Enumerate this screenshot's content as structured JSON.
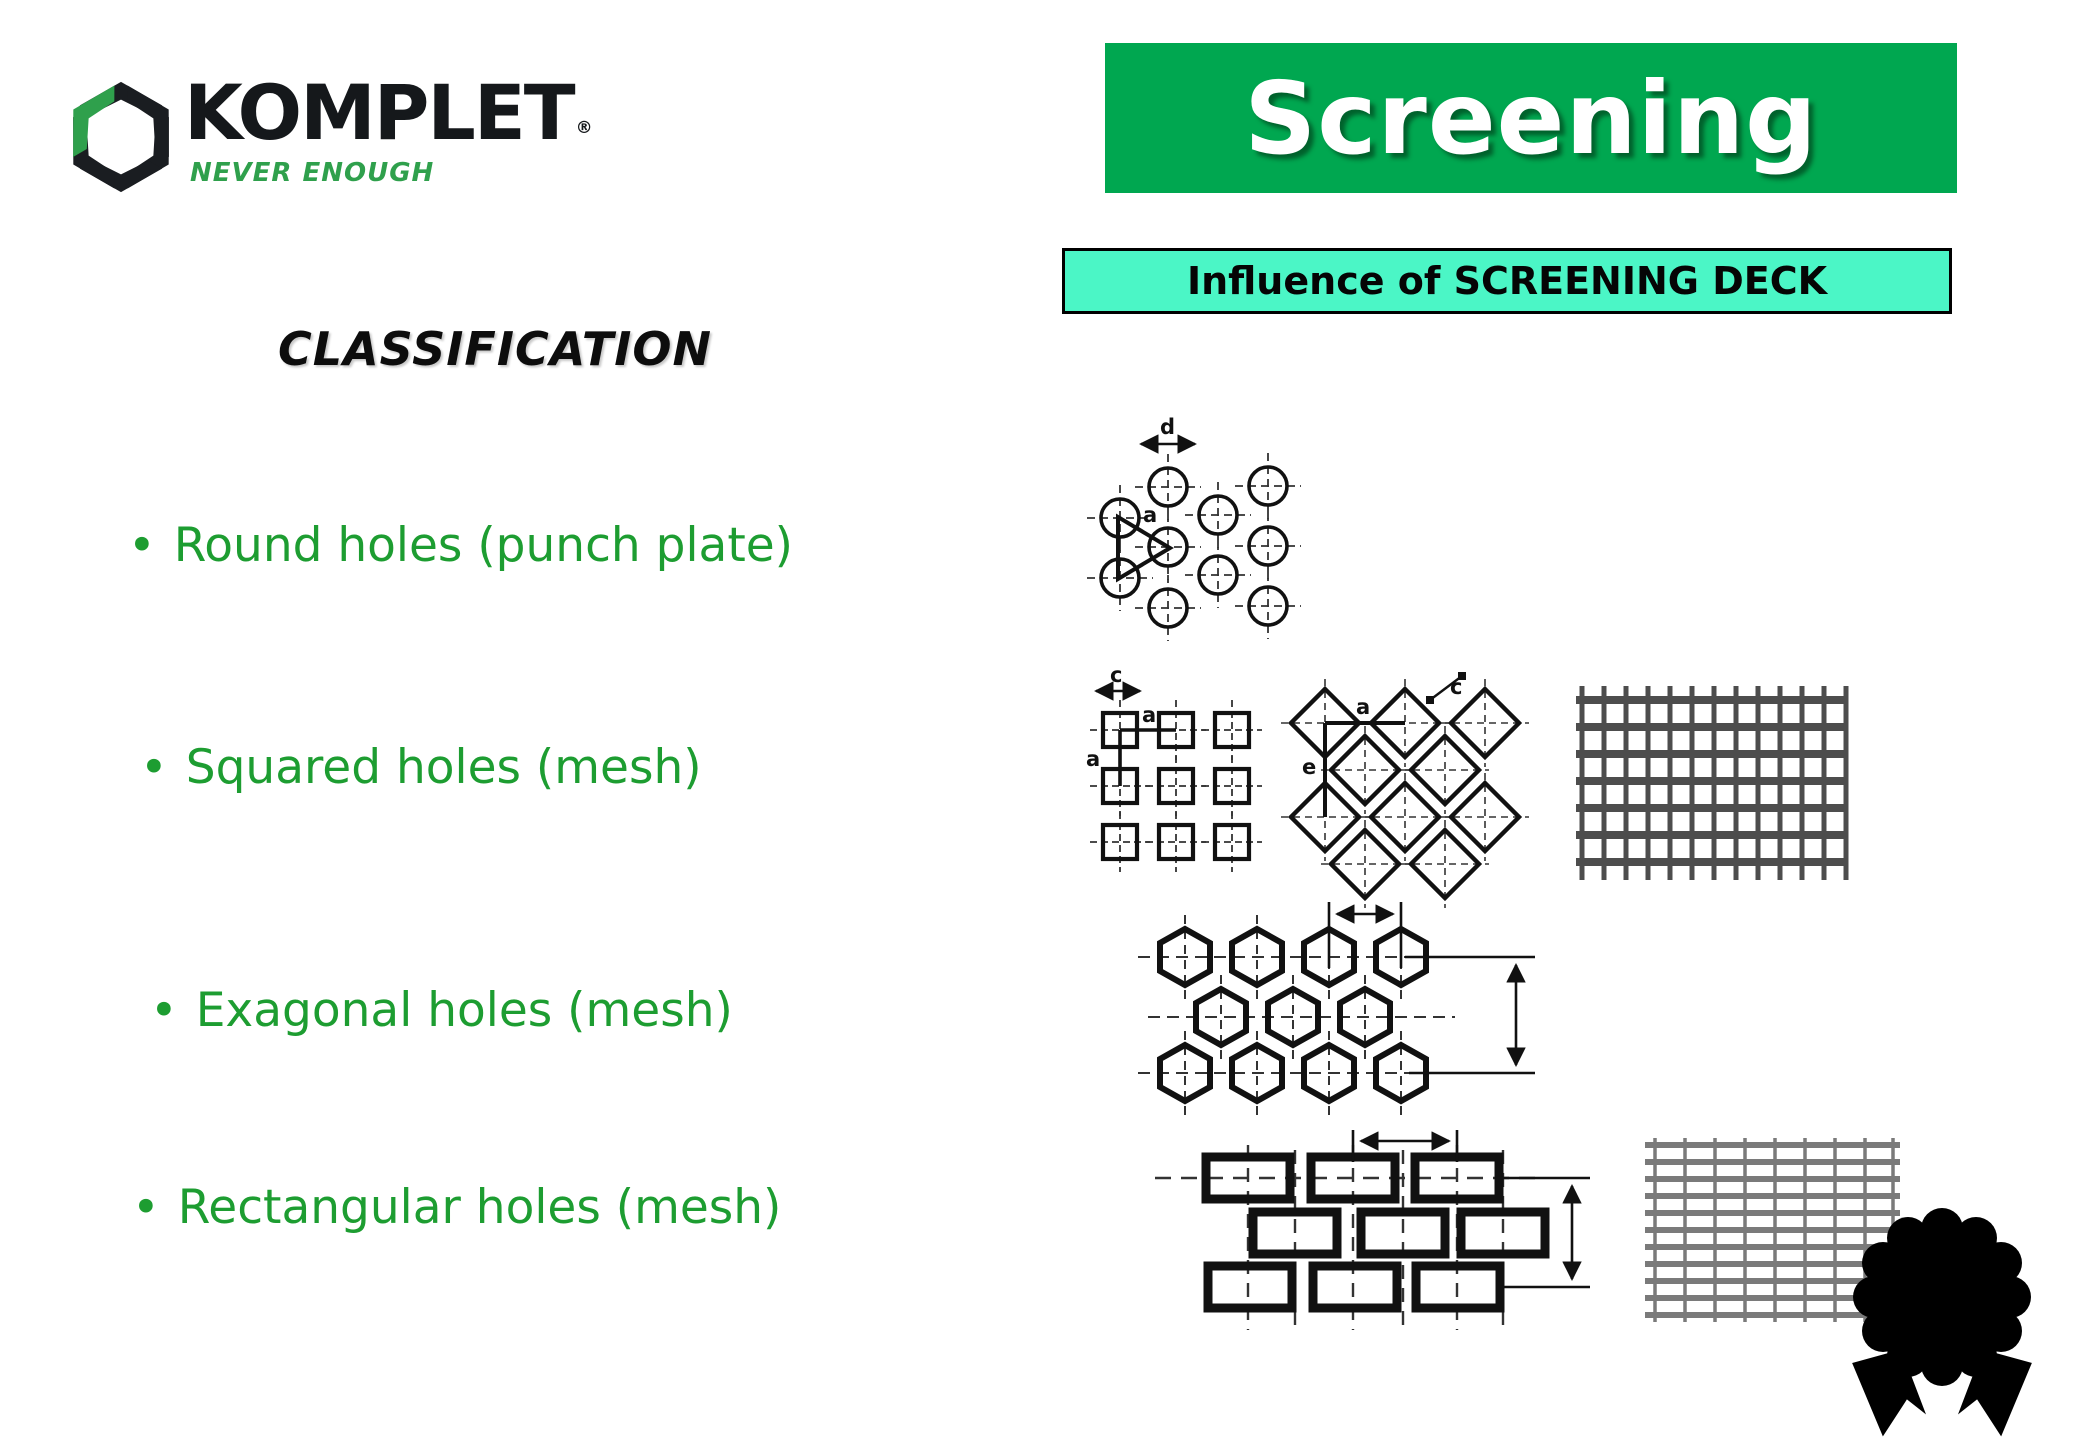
{
  "slide": {
    "background": "#FFFFFF"
  },
  "logo": {
    "brand": "KOMPLET",
    "registered_mark": "®",
    "tagline": "NEVER ENOUGH",
    "colors": {
      "green": "#2FA04C",
      "black": "#15181B"
    }
  },
  "title_banner": {
    "label": "Screening",
    "bg_color": "#00A750",
    "text_color": "#FFFFFF"
  },
  "subtitle_banner": {
    "label_prefix": "Influence of ",
    "label_emphasis": "SCREENING DECK",
    "bg_color": "#4BF6C6",
    "text_color": "#000000"
  },
  "classification": {
    "heading": "CLASSIFICATION",
    "bullet_char": "•",
    "bullet_color": "#1D9D31",
    "items": [
      {
        "label": "Round holes (punch plate)"
      },
      {
        "label": "Squared holes (mesh)"
      },
      {
        "label": "Exagonal holes (mesh)"
      },
      {
        "label": "Rectangular holes (mesh)"
      }
    ]
  },
  "diagrams": {
    "round_holes": {
      "letters": {
        "d": "d",
        "a": "a"
      }
    },
    "squared_holes": {
      "letters": {
        "c": "c",
        "a1": "a",
        "a2": "a"
      }
    },
    "diamond_holes": {
      "letters": {
        "a": "a",
        "c": "c",
        "e": "e"
      }
    }
  }
}
